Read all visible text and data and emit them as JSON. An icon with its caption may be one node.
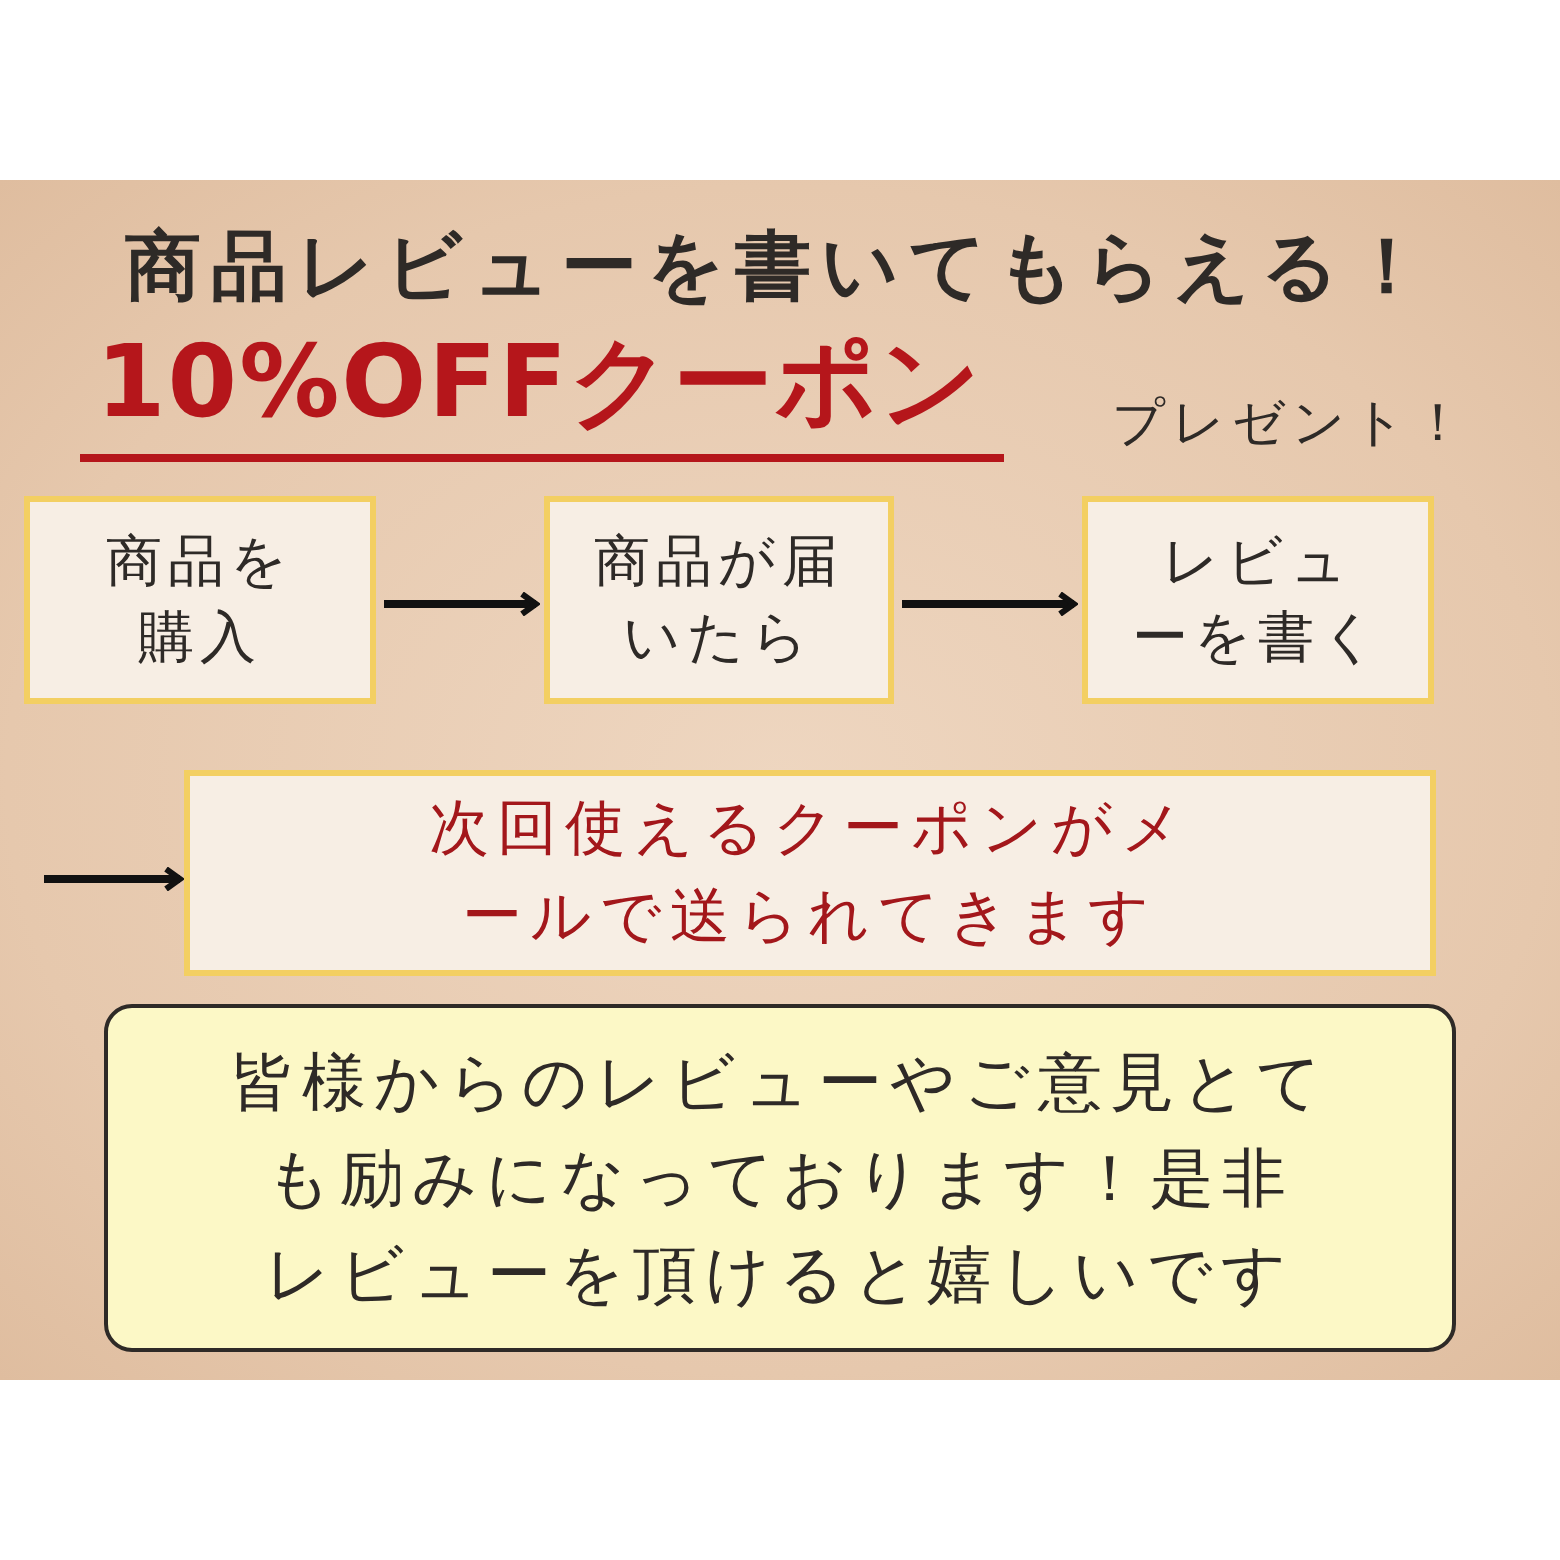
{
  "diagram": {
    "title": "商品レビューを書いてもらえる！",
    "nodes": [
      {
        "text": [
          "商品を購入"
        ]
      },
      {
        "text": [
          "商品が届いたら"
        ]
      },
      {
        "text": [
          "レビューを書く"
        ]
      },
      {
        "text": [
          "次回使えるクーポンがメールで送られてきます"
        ]
      },
      {
        "text": [
          "皆様からのレビューやご意見とても励みになっております！是非レビューを頂けると嬉しいです"
        ]
      }
    ],
    "edges": [
      {
        "from": 0,
        "to": 1,
        "arrow": "to"
      },
      {
        "from": 1,
        "to": 2,
        "arrow": "to"
      },
      {
        "from": null,
        "to": 3,
        "arrow": "to"
      }
    ],
    "labels": [
      "10%OFFクーポン",
      "プレゼント！"
    ]
  }
}
